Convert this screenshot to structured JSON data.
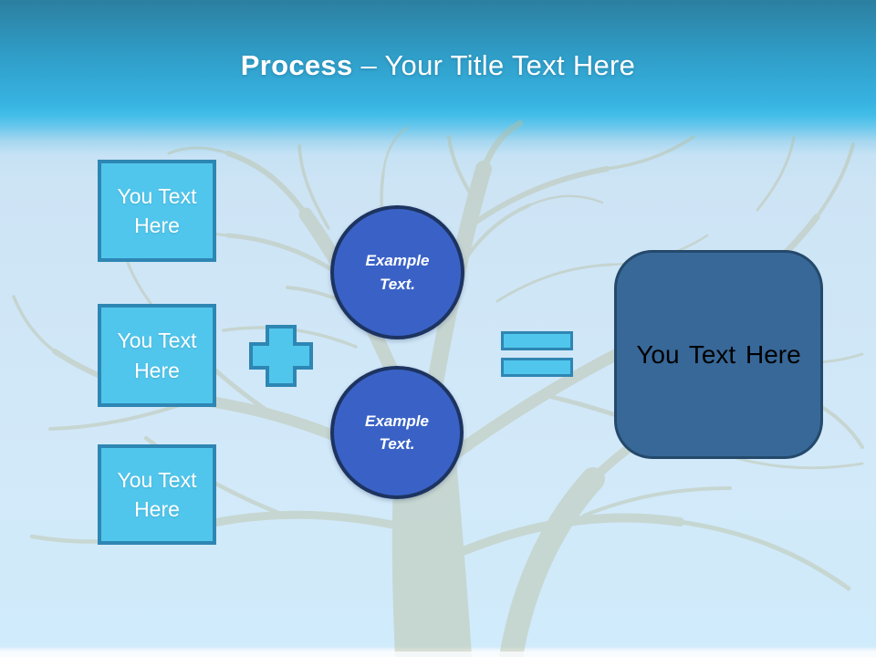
{
  "title": {
    "emphasis": "Process",
    "rest": "– Your Title Text Here"
  },
  "process_boxes": [
    {
      "label": "You Text Here"
    },
    {
      "label": "You Text Here"
    },
    {
      "label": "You Text Here"
    }
  ],
  "operators": {
    "plus_icon": "plus-sign",
    "equals_icon": "equals-sign"
  },
  "example_circles": [
    {
      "label": "Example Text."
    },
    {
      "label": "Example Text."
    }
  ],
  "result_box": {
    "label": "You Text Here"
  },
  "colors": {
    "header_gradient_top": "#2c7fa0",
    "header_gradient_bottom": "#41bde8",
    "body_background": "#d0e7f8",
    "box_fill": "#51c6ec",
    "box_border": "#2e86b3",
    "circle_fill": "#3a62c6",
    "circle_border": "#1d3461",
    "result_fill": "#376898",
    "result_border": "#24496b",
    "title_color": "#ffffff"
  }
}
